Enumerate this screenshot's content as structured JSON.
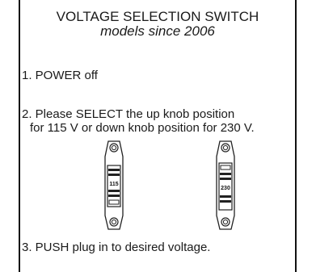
{
  "title": "VOLTAGE SELECTION SWITCH",
  "subtitle": "models since 2006",
  "steps": {
    "step1": "1. POWER off",
    "step2_line1": "2. Please SELECT the up knob position",
    "step2_line2": "for 115 V or down knob position for 230 V.",
    "step3": "3. PUSH plug in to desired voltage."
  },
  "switches": {
    "left_label": "115",
    "right_label": "230",
    "left_knob_position": "up",
    "right_knob_position": "down"
  }
}
